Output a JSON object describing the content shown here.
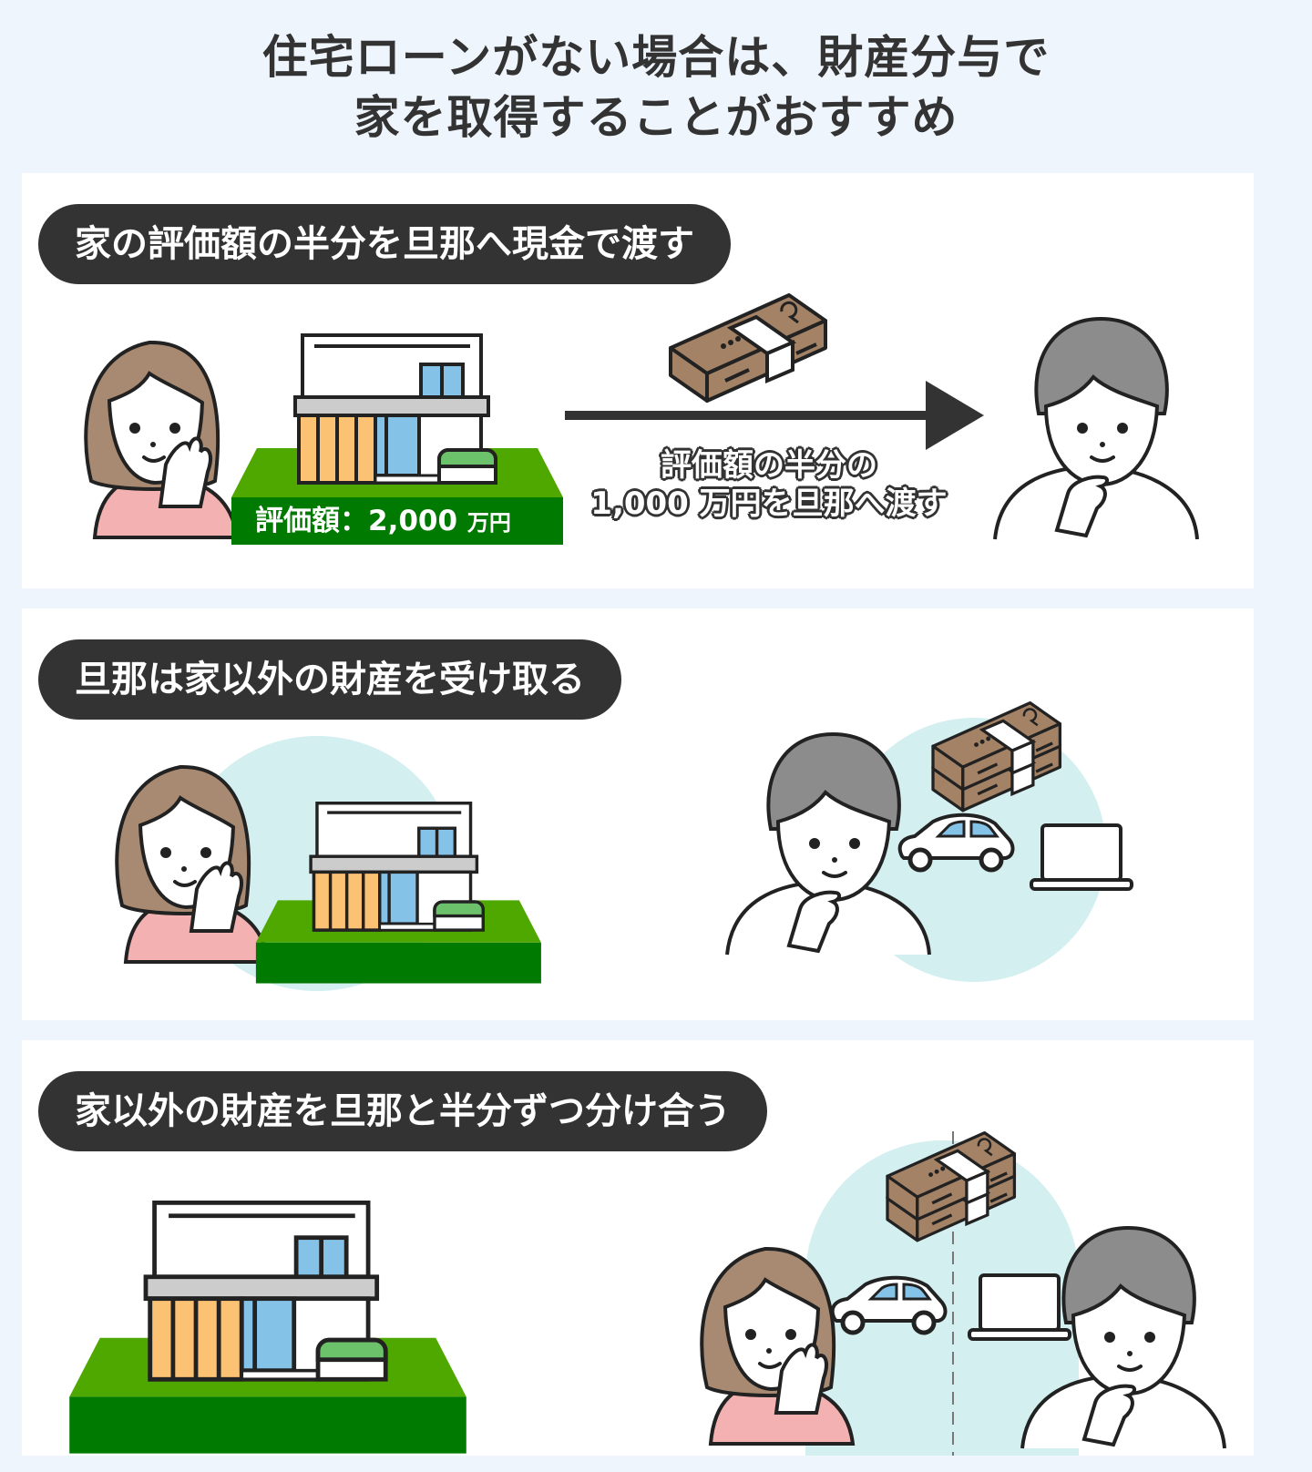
{
  "header": {
    "title_line1": "住宅ローンがない場合は、財産分与で",
    "title_line2": "家を取得することがおすすめ"
  },
  "sections": [
    {
      "heading": "家の評価額の半分を旦那へ現金で渡す",
      "house_label": "評価額：2,000",
      "house_label_unit": "万円",
      "transfer_line1": "評価額の半分の",
      "transfer_line2": "1,000 万円を旦那へ渡す",
      "icons": [
        "woman-icon",
        "house-icon",
        "cash-bundle-icon",
        "arrow-right-icon",
        "man-icon"
      ]
    },
    {
      "heading": "旦那は家以外の財産を受け取る",
      "icons": [
        "woman-icon",
        "house-icon",
        "man-icon",
        "cash-stack-icon",
        "car-icon",
        "laptop-icon"
      ]
    },
    {
      "heading": "家以外の財産を旦那と半分ずつ分け合う",
      "icons": [
        "house-icon",
        "woman-icon",
        "cash-stack-icon",
        "car-icon",
        "divider-line",
        "laptop-icon",
        "man-icon"
      ]
    }
  ],
  "colors": {
    "background": "#eef5fc",
    "panel": "#ffffff",
    "pill": "#333333",
    "lawn_top": "#4fa800",
    "lawn_front": "#007a00",
    "circle": "#d3eff0",
    "hair_woman": "#a88a72",
    "hair_man": "#8c8c8c",
    "shirt_woman": "#f3b1b1",
    "cash": "#a48266",
    "wood": "#fbc274",
    "glass": "#85c2e8"
  }
}
